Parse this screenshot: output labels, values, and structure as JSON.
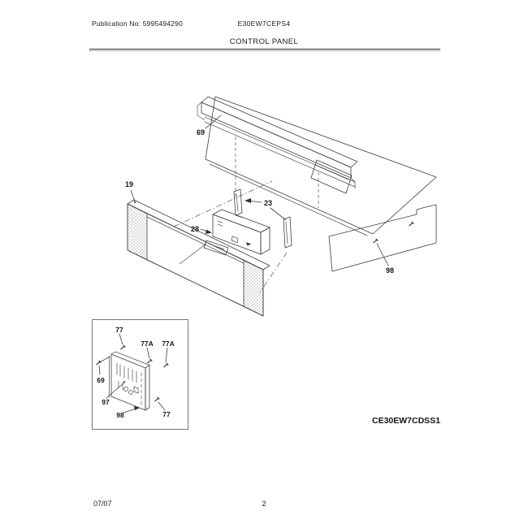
{
  "header": {
    "publication": "Publication No: 5995494290",
    "model": "E30EW7CEPS4",
    "title": "CONTROL PANEL"
  },
  "diagram": {
    "variant": "CE30EW7CDSS1",
    "callouts": {
      "c69": "69",
      "c19": "19",
      "c23": "23",
      "c28": "28",
      "c98": "98"
    },
    "inset": {
      "i77_top": "77",
      "i77a_left": "77A",
      "i77a_right": "77A",
      "i69": "69",
      "i97": "97",
      "i98": "98",
      "i77_bottom": "77"
    }
  },
  "footer": {
    "date": "07/07",
    "page": "2"
  }
}
